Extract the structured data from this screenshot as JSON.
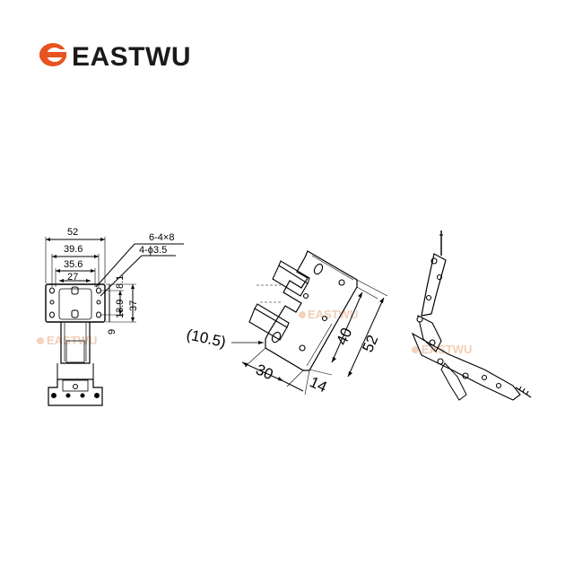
{
  "brand": {
    "name": "EASTWU",
    "logo_color": "#e8541f"
  },
  "watermarks": [
    "EASTWU",
    "EASTWU",
    "EASTWU"
  ],
  "front_view": {
    "dims": {
      "w52": "52",
      "w39_6": "39.6",
      "w35_6": "35.6",
      "w27": "27",
      "slots": "6-4×8",
      "holes": "4-ϕ3.5",
      "h8_1": "8.1",
      "h13_9": "13.9",
      "h37": "37",
      "h9": "9"
    }
  },
  "plate_view": {
    "dims": {
      "d10_5": "(10.5)",
      "d30": "30",
      "d14": "14",
      "d40": "40",
      "d52": "52"
    }
  }
}
